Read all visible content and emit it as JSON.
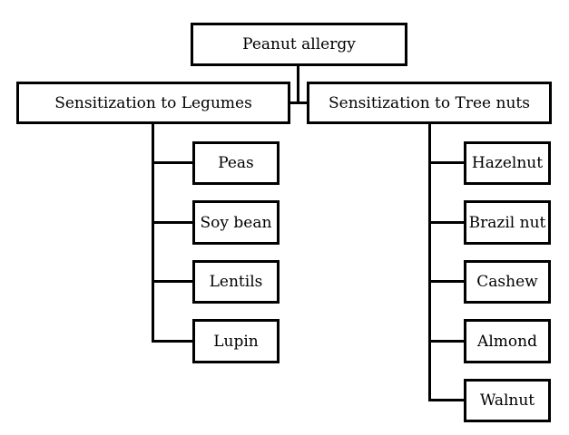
{
  "root": {
    "label": "Peanut allergy"
  },
  "branches": [
    {
      "label": "Sensitization to Legumes",
      "children": [
        "Peas",
        "Soy bean",
        "Lentils",
        "Lupin"
      ]
    },
    {
      "label": "Sensitization to Tree nuts",
      "children": [
        "Hazelnut",
        "Brazil nut",
        "Cashew",
        "Almond",
        "Walnut"
      ]
    }
  ],
  "colors": {
    "line": "#000000",
    "box_fill": "#ffffff",
    "text": "#000000"
  }
}
